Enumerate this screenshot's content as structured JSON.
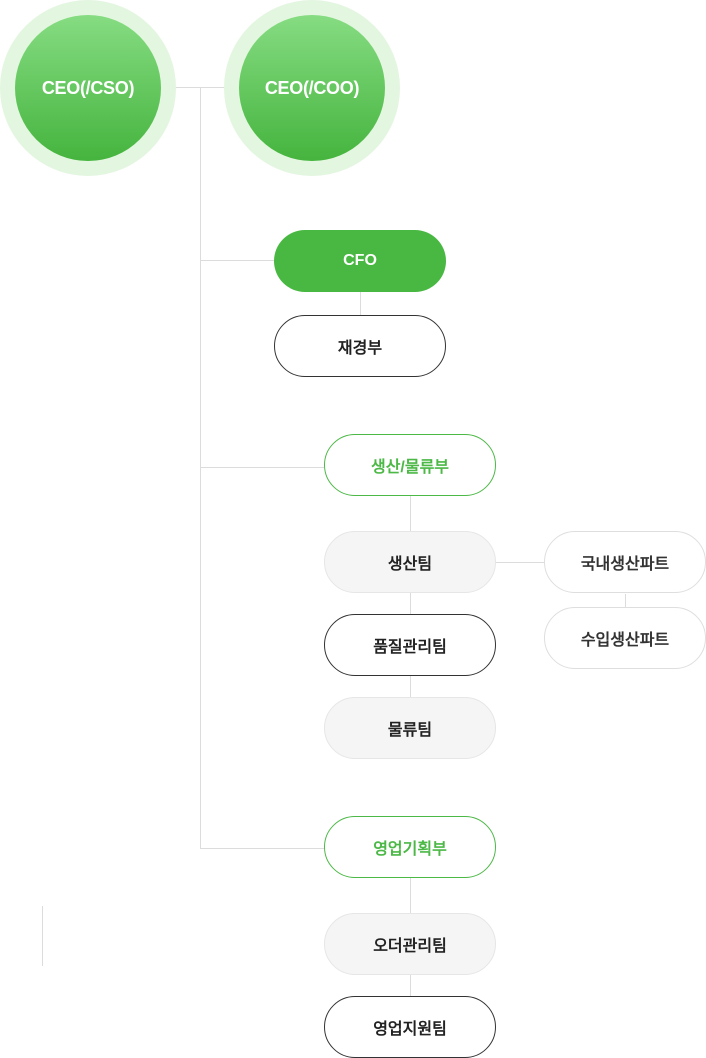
{
  "executives": [
    {
      "label": "CEO(/CSO)"
    },
    {
      "label": "CEO(/COO)"
    }
  ],
  "cfo": {
    "label": "CFO",
    "dept": "재경부"
  },
  "production": {
    "label": "생산/물류부",
    "teams": [
      "생산팀",
      "품질관리팀",
      "물류팀"
    ],
    "parts": [
      "국내생산파트",
      "수입생산파트"
    ]
  },
  "sales": {
    "label": "영업기획부",
    "teams": [
      "오더관리팀",
      "영업지원팀"
    ]
  },
  "colors": {
    "accent": "#48b842",
    "halo": "#e3f6e0",
    "connector": "#dcdcdc"
  }
}
